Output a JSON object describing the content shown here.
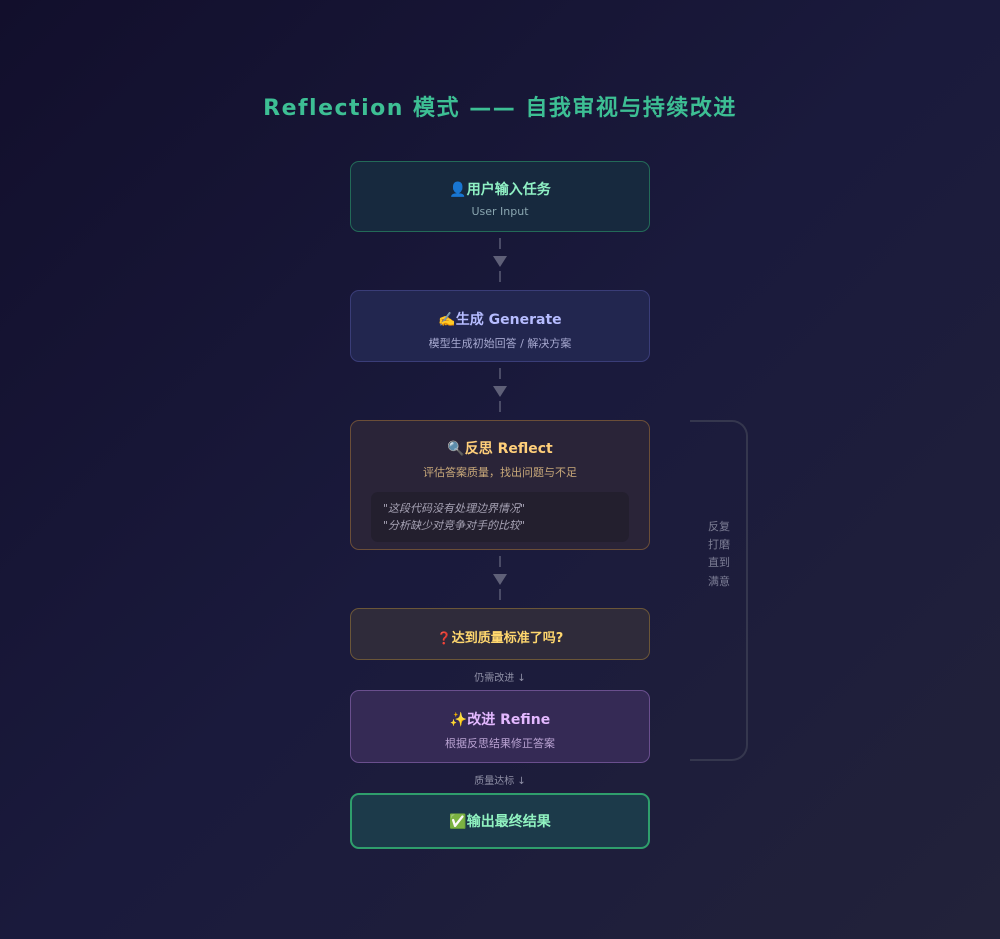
{
  "title": "Reflection 模式 —— 自我审视与持续改进",
  "nodes": {
    "input": {
      "icon": "👤",
      "label": "用户输入任务",
      "sub": "User Input"
    },
    "generate": {
      "icon": "✍️",
      "label": "生成 Generate",
      "sub": "模型生成初始回答 / 解决方案"
    },
    "reflect": {
      "icon": "🔍",
      "label": "反思 Reflect",
      "sub": "评估答案质量，找出问题与不足",
      "quotes": [
        "\"这段代码没有处理边界情况\"",
        "\"分析缺少对竞争对手的比较\""
      ]
    },
    "check": {
      "icon": "❓",
      "label": "达到质量标准了吗?"
    },
    "refine": {
      "icon": "✨",
      "label": "改进 Refine",
      "sub": "根据反思结果修正答案"
    },
    "output": {
      "icon": "✅",
      "label": "输出最终结果"
    }
  },
  "edges": {
    "needs_improvement": "仍需改进 ↓",
    "quality_met": "质量达标 ↓"
  },
  "loop_label": "反复打磨直到满意"
}
